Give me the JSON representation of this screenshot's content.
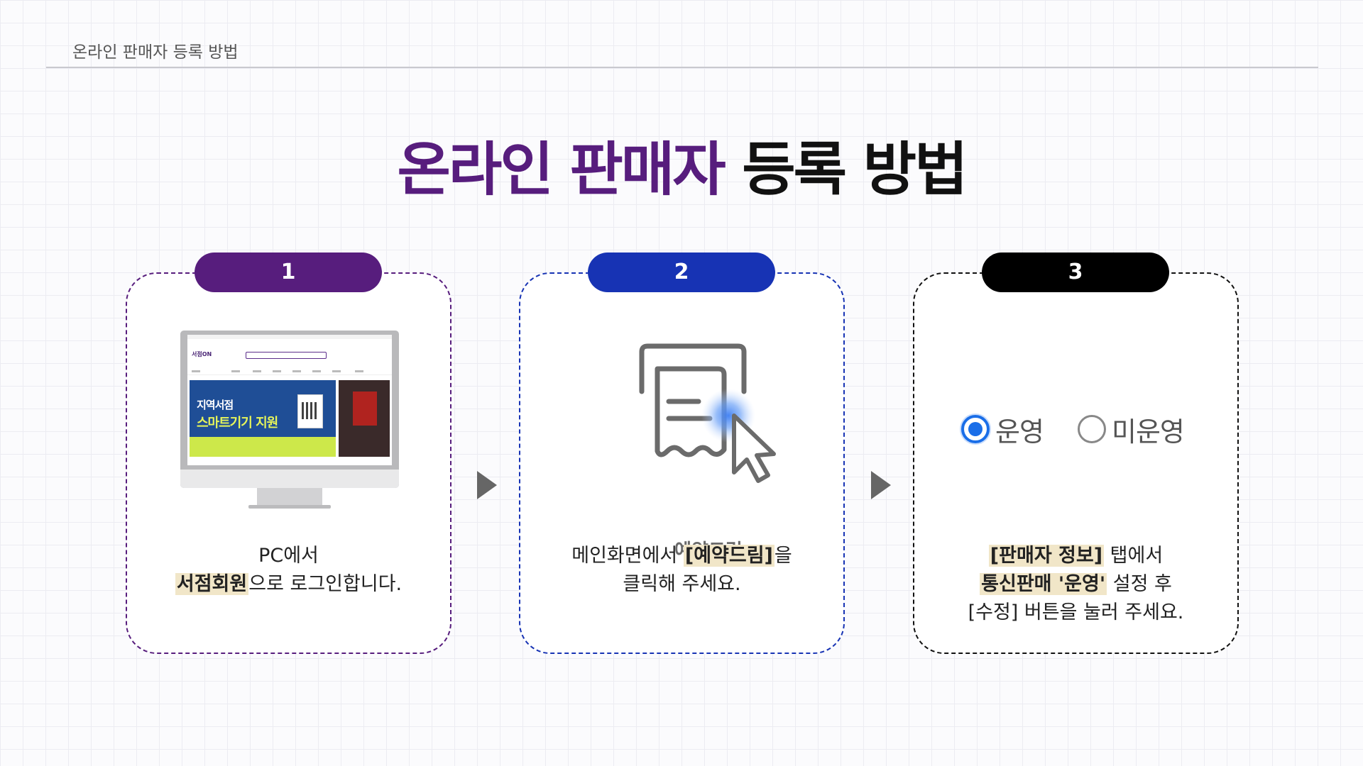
{
  "header": {
    "label": "온라인 판매자 등록 방법"
  },
  "title": {
    "part1": "온라인 판매자",
    "part2": "등록 방법"
  },
  "steps": [
    {
      "number": "1",
      "color": "#571d7d",
      "text_line1": "PC에서",
      "highlight": "서점회원",
      "text_line2_rest": "으로 로그인합니다.",
      "monitor": {
        "site_logo": "서점ON",
        "banner_line1": "지역서점",
        "banner_line2": "스마트기기 지원"
      }
    },
    {
      "number": "2",
      "color": "#1733b4",
      "text_before": "메인화면에서 ",
      "highlight": "[예약드림]",
      "text_after": "을",
      "text_line2": "클릭해 주세요.",
      "icon_caption": "예약드림"
    },
    {
      "number": "3",
      "color": "#000000",
      "highlight1": "[판매자 정보]",
      "text_line1_rest": " 탭에서",
      "highlight2": "통신판매 '운영'",
      "text_line2_rest": " 설정 후",
      "text_line3": "[수정] 버튼을 눌러 주세요.",
      "radio_options": [
        {
          "label": "운영",
          "selected": true
        },
        {
          "label": "미운영",
          "selected": false
        }
      ]
    }
  ]
}
